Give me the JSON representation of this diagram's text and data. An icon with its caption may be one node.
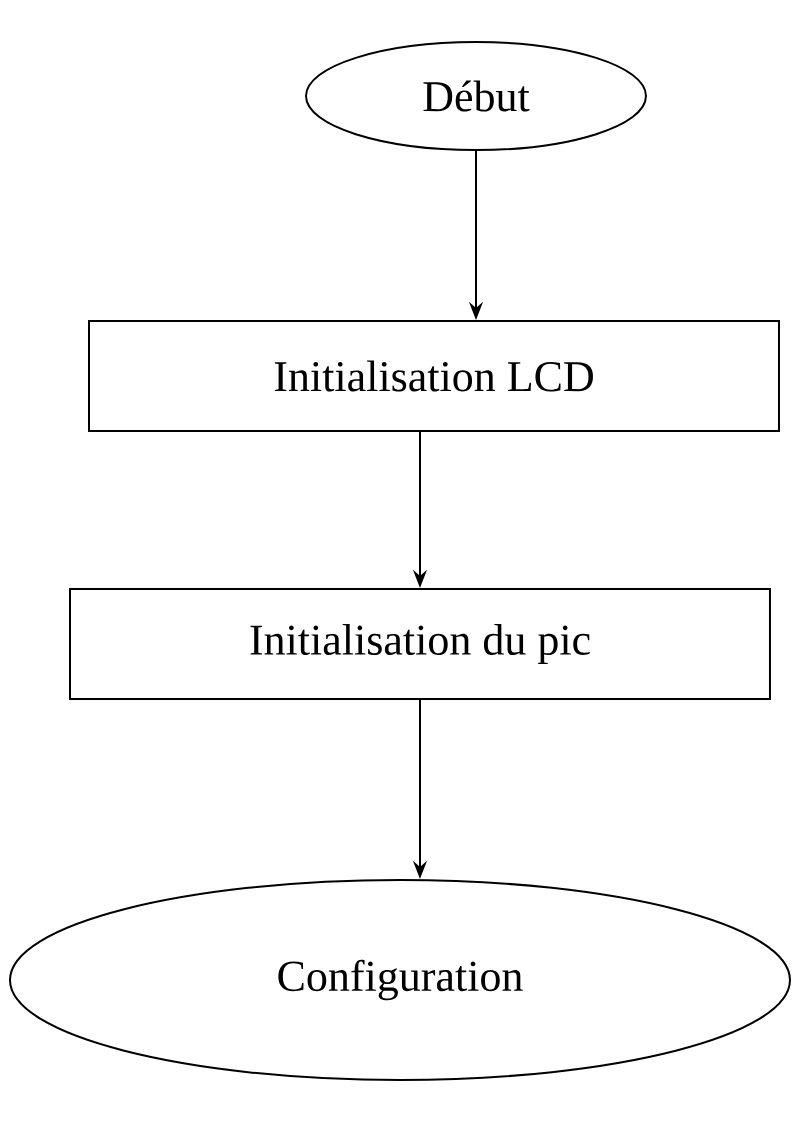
{
  "diagram": {
    "nodes": [
      {
        "text": [
          "Début"
        ]
      },
      {
        "text": [
          "Initialisation LCD"
        ]
      },
      {
        "text": [
          "Initialisation du pic"
        ]
      },
      {
        "text": [
          "Configuration"
        ]
      }
    ],
    "edges": [
      {
        "from": 0,
        "to": 1,
        "arrow": "to"
      },
      {
        "from": 1,
        "to": 2,
        "arrow": "to"
      },
      {
        "from": 2,
        "to": 3,
        "arrow": "to"
      }
    ]
  }
}
